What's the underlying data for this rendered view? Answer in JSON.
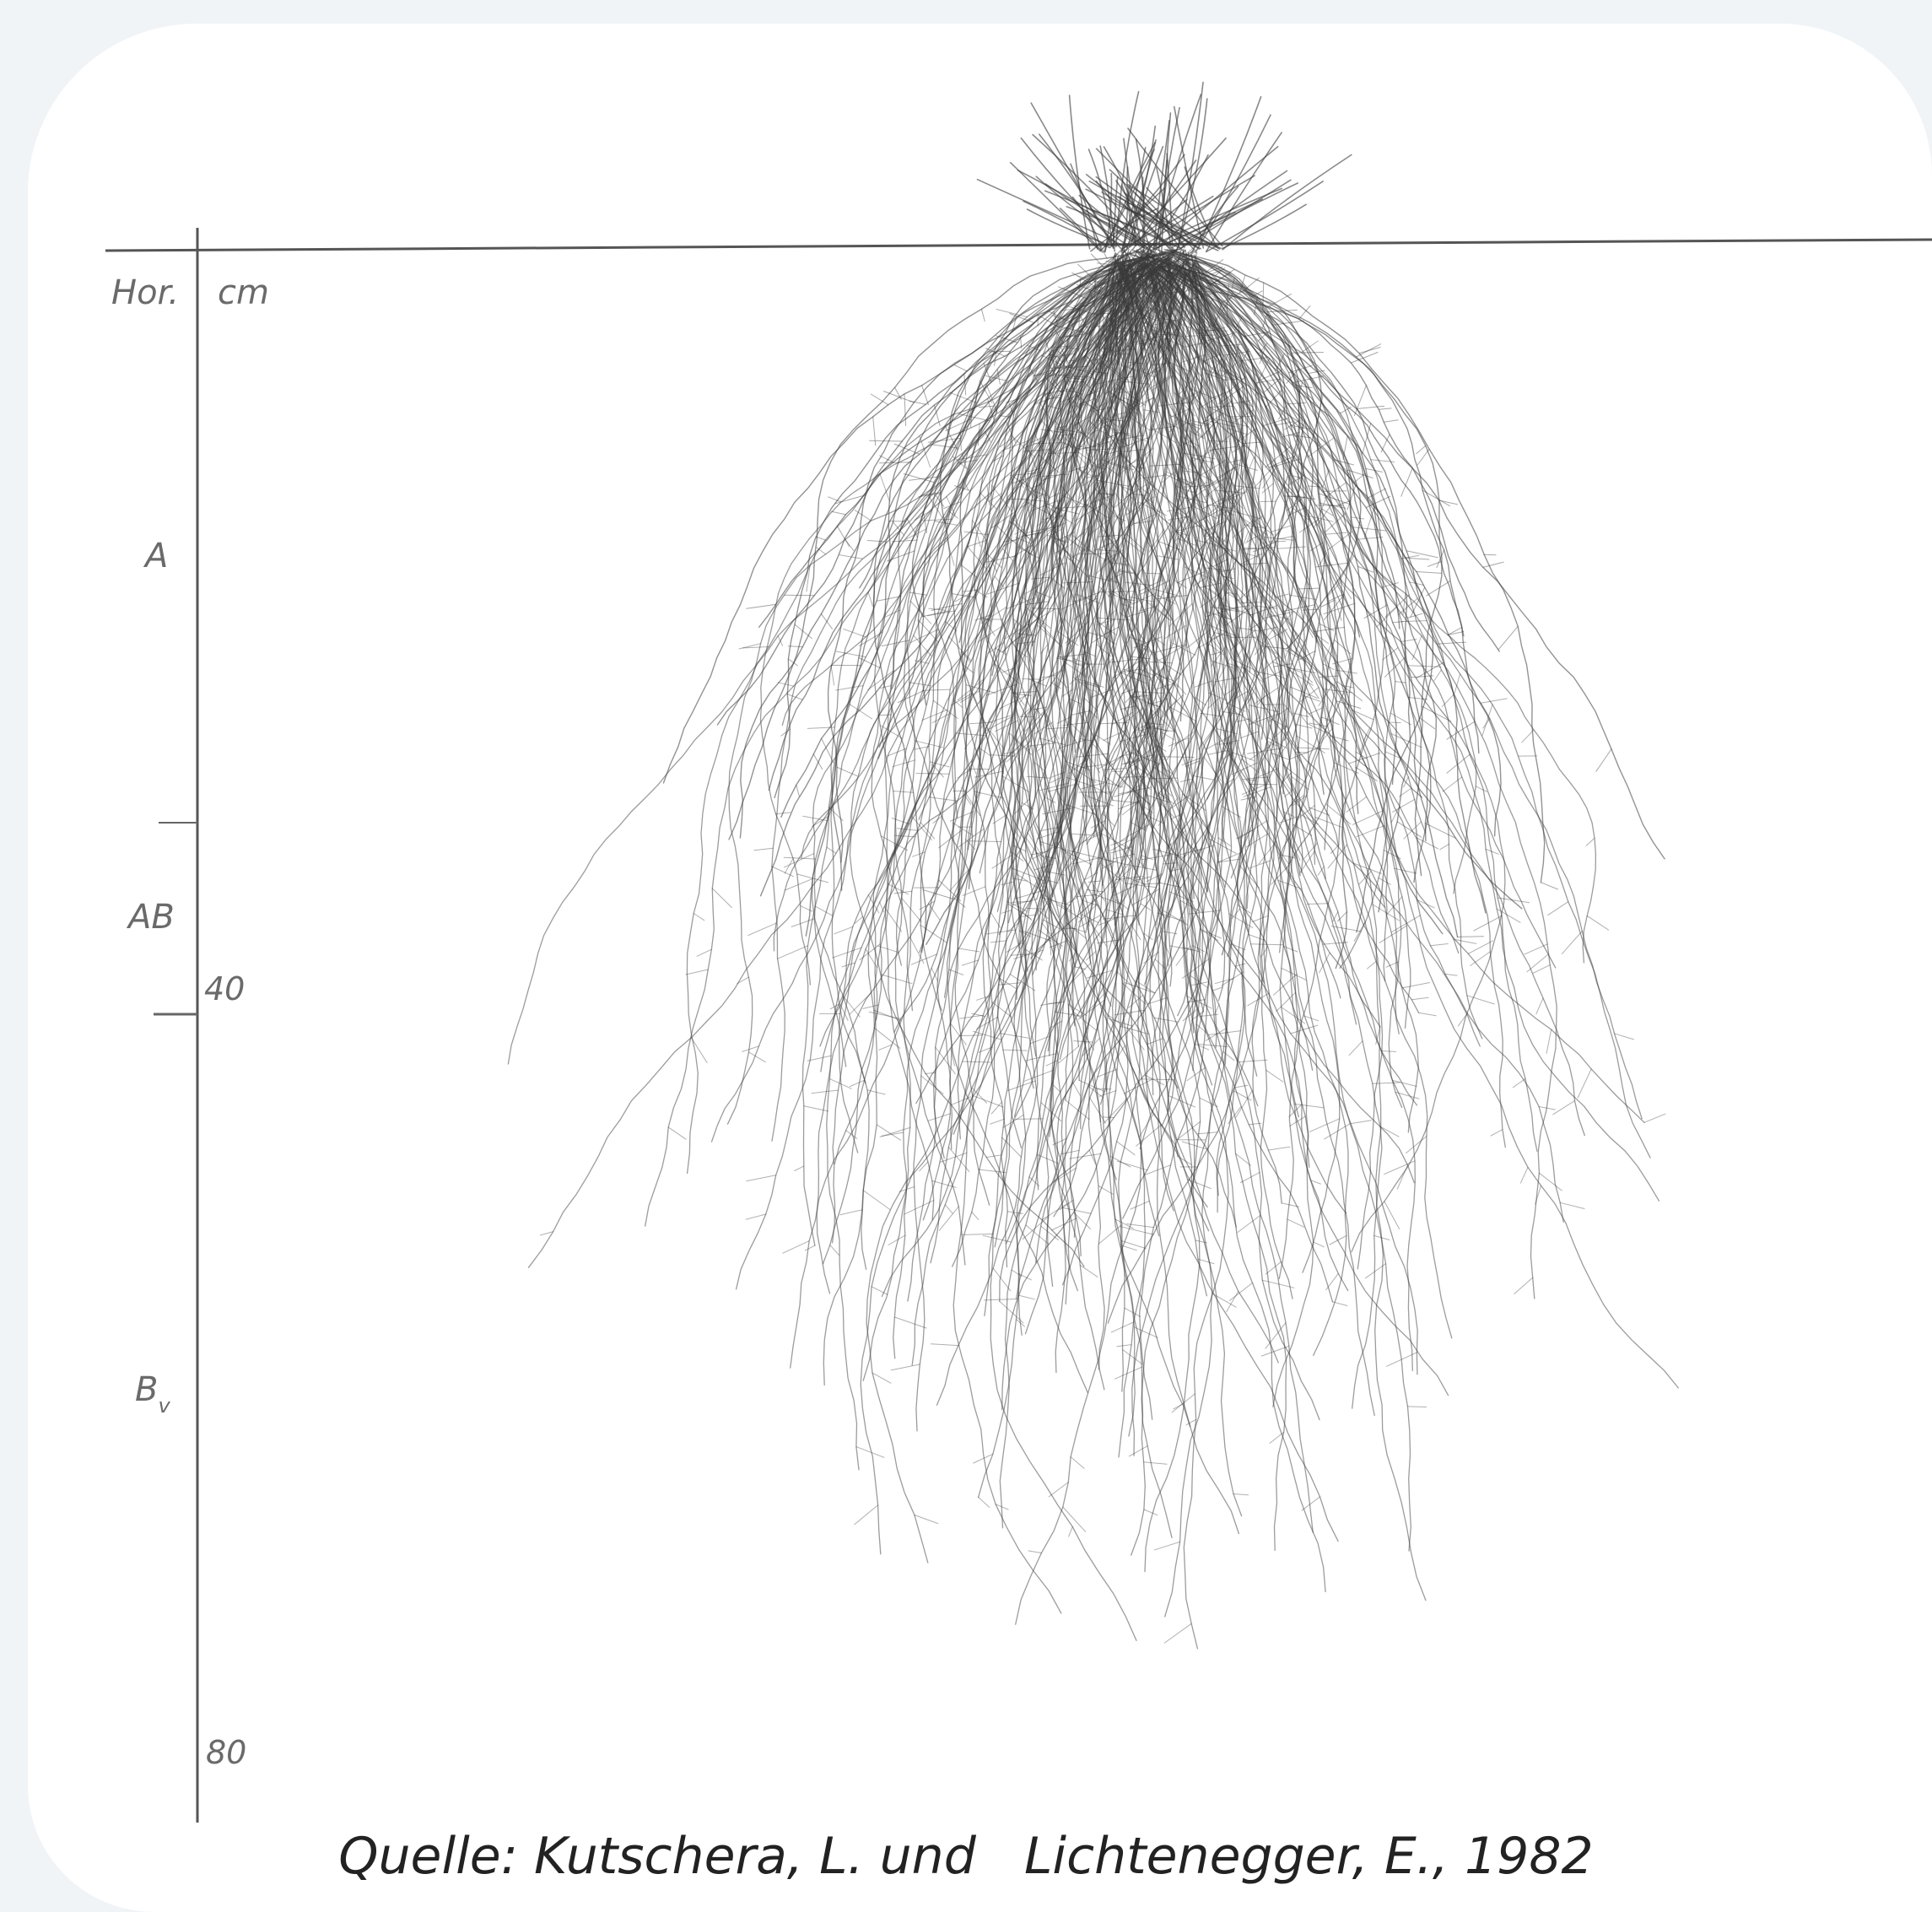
{
  "figure": {
    "header_horizon": "Hor.",
    "header_depth": "cm",
    "horizons": [
      {
        "label": "A",
        "sub": ""
      },
      {
        "label": "AB",
        "sub": ""
      },
      {
        "label": "B",
        "sub": "v"
      }
    ],
    "depth_ticks": [
      "40",
      "80"
    ]
  },
  "caption": "Quelle: Kutschera, L. und   Lichtenegger, E., 1982",
  "colors": {
    "page_background": "#f0f4f7",
    "card_background": "#ffffff",
    "root_ink": "#3a3a3a",
    "axis_ink": "#555555"
  }
}
